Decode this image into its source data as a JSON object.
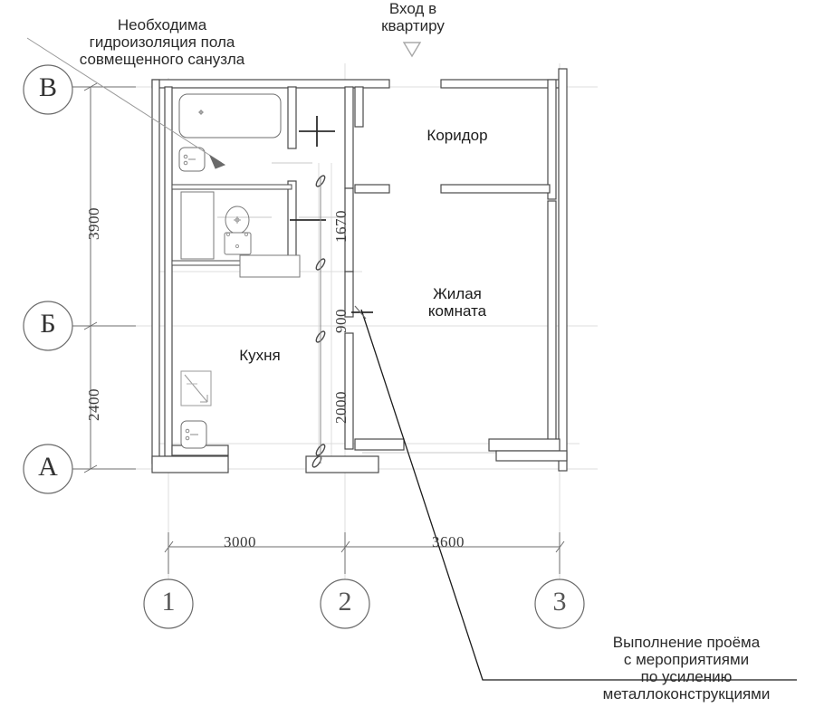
{
  "drawing": {
    "title_notes": {
      "waterproofing": "Необходима\nгидроизоляция пола\nсовмещенного санузла",
      "entrance": "Вход в\nквартиру",
      "opening": "Выполнение проёма\nс мероприятиями\nпо усилению\nметаллоконструкциями"
    },
    "rooms": [
      {
        "name": "corridor",
        "label": "Коридор"
      },
      {
        "name": "living-room",
        "label": "Жилая\nкомната"
      },
      {
        "name": "kitchen",
        "label": "Кухня"
      }
    ],
    "dimensions": {
      "vertical_left": [
        {
          "value": "3900",
          "name": "dim-3900"
        },
        {
          "value": "2400",
          "name": "dim-2400"
        }
      ],
      "vertical_inner": [
        {
          "value": "1670",
          "name": "dim-1670"
        },
        {
          "value": "900",
          "name": "dim-900"
        },
        {
          "value": "2000",
          "name": "dim-2000"
        }
      ],
      "horizontal_bottom": [
        {
          "value": "3000",
          "name": "dim-3000"
        },
        {
          "value": "3600",
          "name": "dim-3600"
        }
      ]
    },
    "axes": {
      "vertical": [
        {
          "label": "В",
          "name": "axis-marker-v"
        },
        {
          "label": "Б",
          "name": "axis-marker-b"
        },
        {
          "label": "А",
          "name": "axis-marker-a"
        }
      ],
      "horizontal": [
        {
          "label": "1",
          "name": "axis-marker-1"
        },
        {
          "label": "2",
          "name": "axis-marker-2"
        },
        {
          "label": "3",
          "name": "axis-marker-3"
        }
      ]
    },
    "colors": {
      "wall": "#3d3d3d",
      "wall_fill": "#ffffff",
      "thin_line": "#9a9a9a",
      "dim_line": "#6e6e6e",
      "text": "#1b1b1b",
      "faint": "#d8d8d8"
    },
    "fixtures": [
      {
        "name": "bathtub"
      },
      {
        "name": "washbasin-bathroom"
      },
      {
        "name": "toilet"
      },
      {
        "name": "washbasin-kitchen"
      },
      {
        "name": "stove"
      },
      {
        "name": "cabinet-bathroom"
      },
      {
        "name": "counter-kitchen"
      }
    ]
  }
}
